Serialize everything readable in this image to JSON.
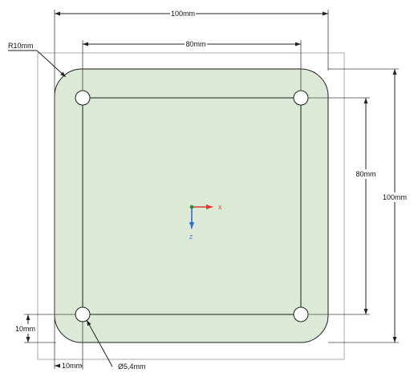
{
  "drawing": {
    "dimensions": {
      "overall_width": "100mm",
      "hole_spacing_horizontal": "80mm",
      "hole_spacing_vertical": "80mm",
      "overall_height": "100mm",
      "corner_radius": "R10mm",
      "edge_offset_vertical": "10mm",
      "edge_offset_horizontal": "10mm",
      "hole_diameter": "Ø5,4mm"
    },
    "axes": {
      "x_label": "X",
      "z_label": "Z"
    },
    "colors": {
      "plate_fill": "#dbe9d6",
      "x_axis": "#e03a2a",
      "z_axis": "#2f6fd6",
      "origin": "#1f8a3a"
    }
  }
}
